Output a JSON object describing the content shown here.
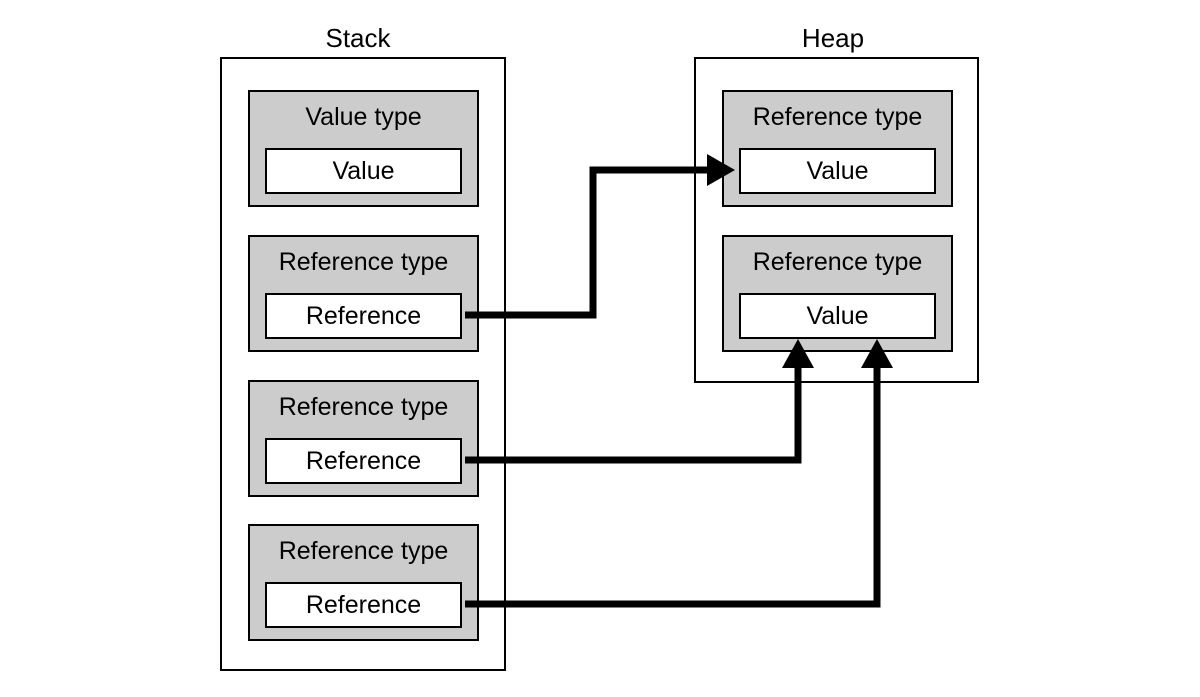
{
  "diagram": {
    "title_stack": "Stack",
    "title_heap": "Heap",
    "stack": {
      "label": "Stack",
      "frames": [
        {
          "type_label": "Value type",
          "slot_label": "Value"
        },
        {
          "type_label": "Reference type",
          "slot_label": "Reference"
        },
        {
          "type_label": "Reference type",
          "slot_label": "Reference"
        },
        {
          "type_label": "Reference type",
          "slot_label": "Reference"
        }
      ]
    },
    "heap": {
      "label": "Heap",
      "frames": [
        {
          "type_label": "Reference type",
          "slot_label": "Value"
        },
        {
          "type_label": "Reference type",
          "slot_label": "Value"
        }
      ]
    },
    "connectors": [
      {
        "name": "stack-ref-1-to-heap-value-1",
        "from": "stack.frames.1.slot",
        "to": "heap.frames.0.slot",
        "direction": "right"
      },
      {
        "name": "stack-ref-2-to-heap-value-2",
        "from": "stack.frames.2.slot",
        "to": "heap.frames.1.slot",
        "direction": "up"
      },
      {
        "name": "stack-ref-3-to-heap-value-2",
        "from": "stack.frames.3.slot",
        "to": "heap.frames.1.slot",
        "direction": "up"
      }
    ],
    "colors": {
      "frame_fill": "#cccccc",
      "slot_fill": "#ffffff",
      "stroke": "#000000",
      "background": "#ffffff"
    }
  }
}
